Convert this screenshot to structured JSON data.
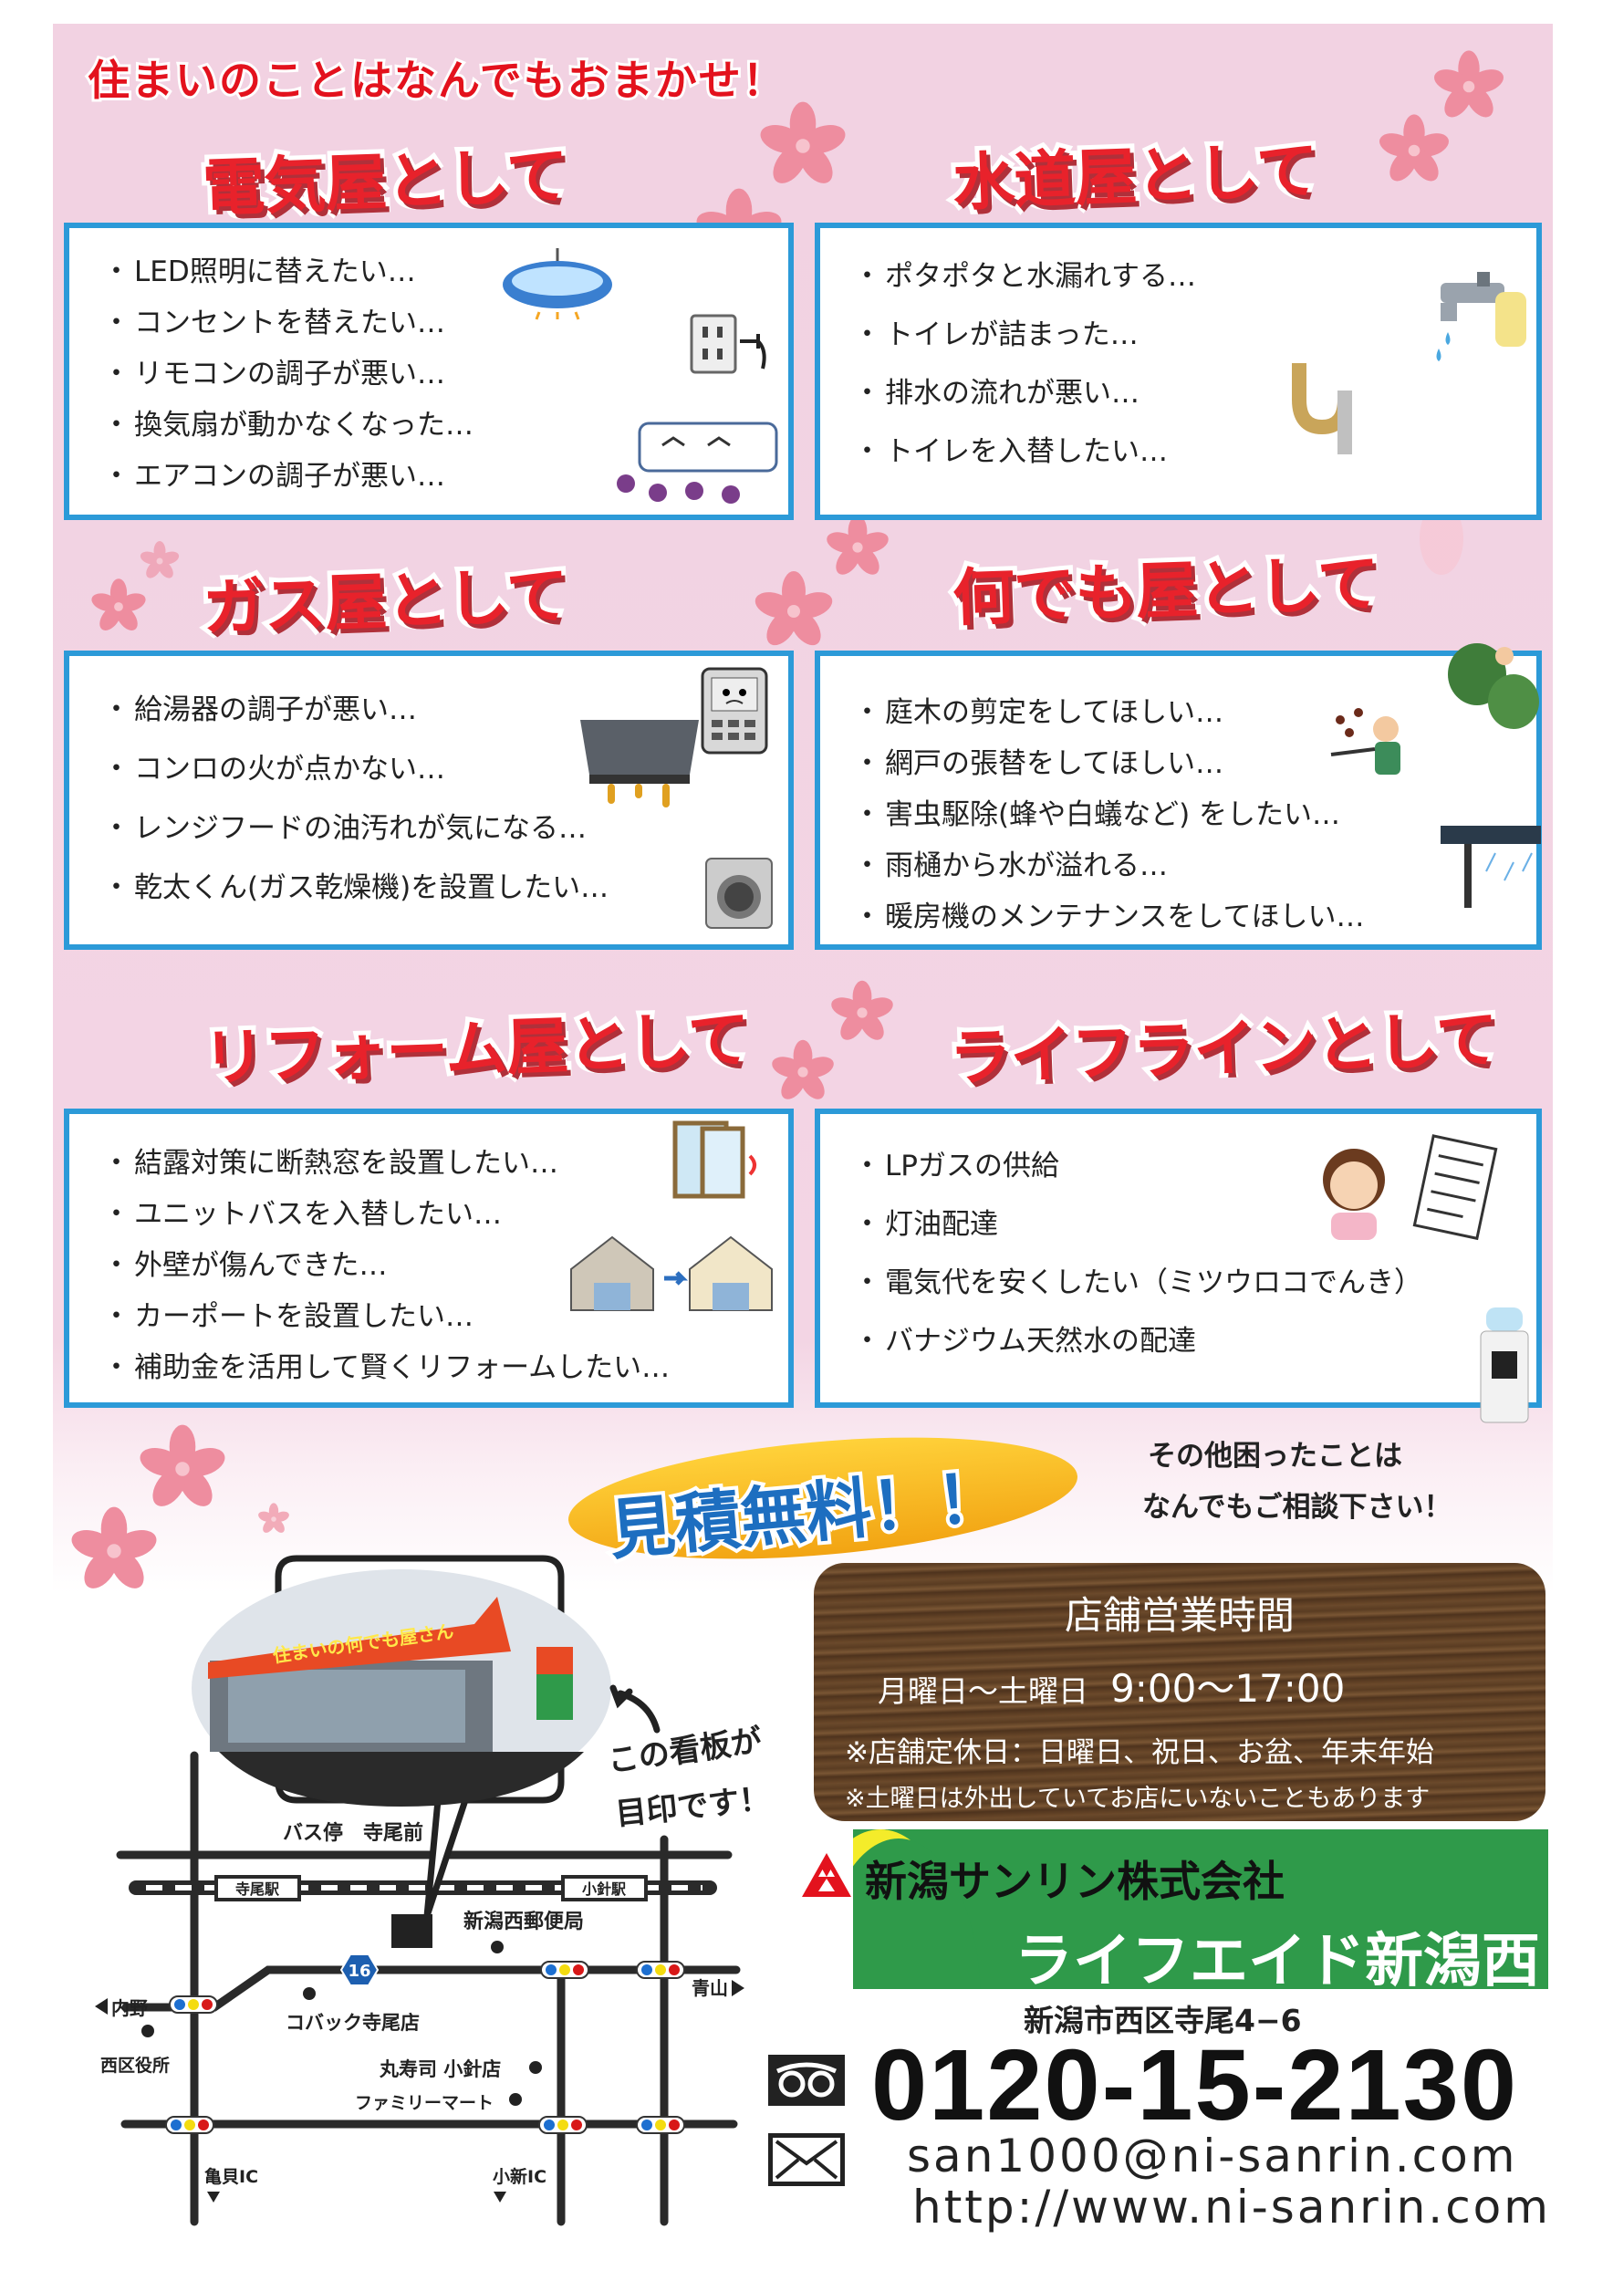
{
  "headline": "住まいのことはなんでもおまかせ！",
  "sections": [
    {
      "title": "電気屋として",
      "items": [
        "LED照明に替えたい…",
        "コンセントを替えたい…",
        "リモコンの調子が悪い…",
        "換気扇が動かなくなった…",
        "エアコンの調子が悪い…"
      ]
    },
    {
      "title": "水道屋として",
      "items": [
        "ポタポタと水漏れする…",
        "トイレが詰まった…",
        "排水の流れが悪い…",
        "トイレを入替したい…"
      ]
    },
    {
      "title": "ガス屋として",
      "items": [
        "給湯器の調子が悪い…",
        "コンロの火が点かない…",
        "レンジフードの油汚れが気になる…",
        "乾太くん(ガス乾燥機)を設置したい…"
      ]
    },
    {
      "title": "何でも屋として",
      "items": [
        "庭木の剪定をしてほしい…",
        "網戸の張替をしてほしい…",
        "害虫駆除(蜂や白蟻など) をしたい…",
        "雨樋から水が溢れる…",
        "暖房機のメンテナンスをしてほしい…"
      ]
    },
    {
      "title": "リフォーム屋として",
      "items": [
        "結露対策に断熱窓を設置したい…",
        "ユニットバスを入替したい…",
        "外壁が傷んできた…",
        "カーポートを設置したい…",
        "補助金を活用して賢くリフォームしたい…"
      ]
    },
    {
      "title": "ライフラインとして",
      "items": [
        "LPガスの供給",
        "灯油配達",
        "電気代を安くしたい（ミツウロコでんき）",
        "バナジウム天然水の配達"
      ]
    }
  ],
  "estimate": "見積無料！！",
  "other": [
    "その他困ったことは",
    "なんでもご相談下さい！"
  ],
  "hours": {
    "title": "店舗営業時間",
    "days": "月曜日～土曜日",
    "time": "9:00～17:00",
    "note1": "※店舗定休日：日曜日、祝日、お盆、年末年始",
    "note2": "※土曜日は外出していてお店にいないこともあります"
  },
  "map": {
    "bus_stop": "バス停　寺尾前",
    "station1": "寺尾駅",
    "station2": "小針駅",
    "post_office": "新潟西郵便局",
    "aoyama": "青山",
    "uchino": "内野",
    "route": "16",
    "kobakku": "コバック寺尾店",
    "ward_office": "西区役所",
    "sushi": "丸寿司 小針店",
    "familymart": "ファミリーマート",
    "ic1": "亀貝IC",
    "ic2": "小新IC",
    "sign1": "この看板が",
    "sign2": "目印です！",
    "shop_sign": "住まいの何でも屋さん"
  },
  "company": "新潟サンリン株式会社",
  "branch": "ライフエイド新潟西",
  "address": "新潟市西区寺尾4−6",
  "phone": "0120-15-2130",
  "email": "san1000@ni-sanrin.com",
  "url": "http://www.ni-sanrin.com",
  "colors": {
    "title_red": "#e8222b",
    "box_border": "#2c9ad8",
    "banner_green": "#2f9a4a",
    "pink_bg": "#f2d2e2"
  }
}
